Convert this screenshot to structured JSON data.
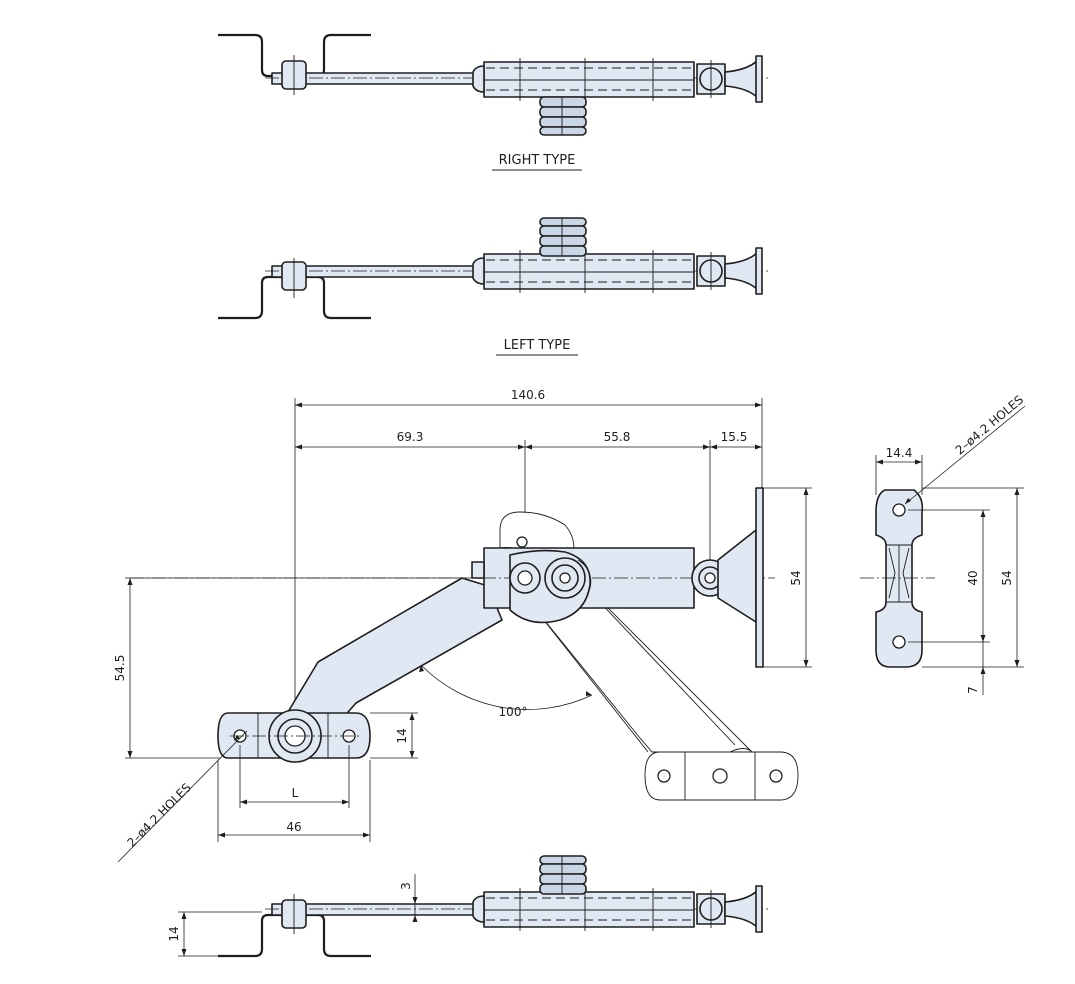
{
  "views": {
    "right_type_label": "RIGHT TYPE",
    "left_type_label": "LEFT TYPE"
  },
  "dimensions": {
    "overall_length": "140.6",
    "pivot_offset": "69.3",
    "arm_length": "55.8",
    "end_offset": "15.5",
    "height_left": "54.5",
    "height_right": "54",
    "base_height": "14",
    "hole_pitch": "L",
    "base_width": "46",
    "angle": "100°",
    "holes_note": "2–ø4.2 HOLES",
    "side_width": "14.4",
    "side_hole_pitch": "40",
    "side_height": "54",
    "side_edge": "7",
    "rod_offset": "3",
    "bottom_height": "14"
  }
}
